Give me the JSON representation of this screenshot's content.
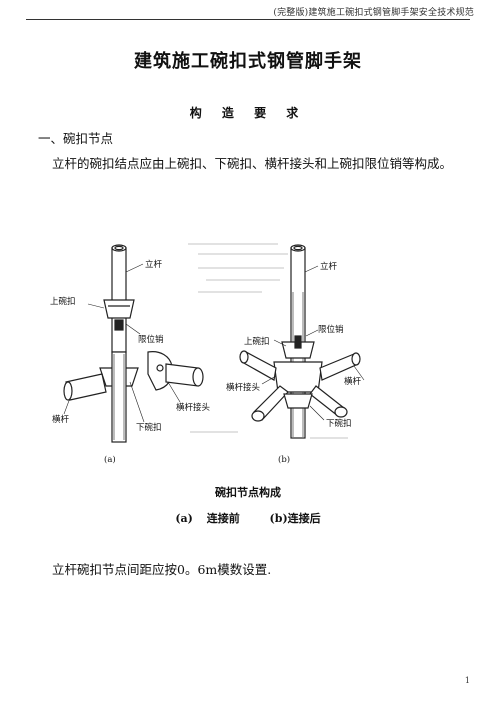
{
  "header": {
    "running_title": "(完整版)建筑施工碗扣式钢管脚手架安全技术规范",
    "page_number": "1"
  },
  "document": {
    "title": "建筑施工碗扣式钢管脚手架",
    "subtitle": "构 造 要 求",
    "section_heading": "一、碗扣节点",
    "paragraph_1": "立杆的碗扣结点应由上碗扣、下碗扣、横杆接头和上碗扣限位销等构成。",
    "paragraph_2": "立杆碗扣节点间距应按0。6m模数设置."
  },
  "figure": {
    "caption": "碗扣节点构成",
    "sub_caption_a": "(a) 连接前",
    "sub_caption_b": "(b)连接后",
    "panel_a": {
      "tag": "(a)",
      "labels": {
        "pole": "立杆",
        "upper_bowl": "上碗扣",
        "limit_pin": "限位销",
        "ledger": "横杆",
        "ledger_joint": "横杆接头",
        "lower_bowl": "下碗扣"
      }
    },
    "panel_b": {
      "tag": "(b)",
      "labels": {
        "pole": "立杆",
        "limit_pin": "限位销",
        "upper_bowl": "上碗扣",
        "ledger_joint": "横杆接头",
        "ledger": "横杆",
        "lower_bowl": "下碗扣"
      }
    },
    "colors": {
      "line": "#222222",
      "watermark": "#d6d6d6"
    }
  }
}
